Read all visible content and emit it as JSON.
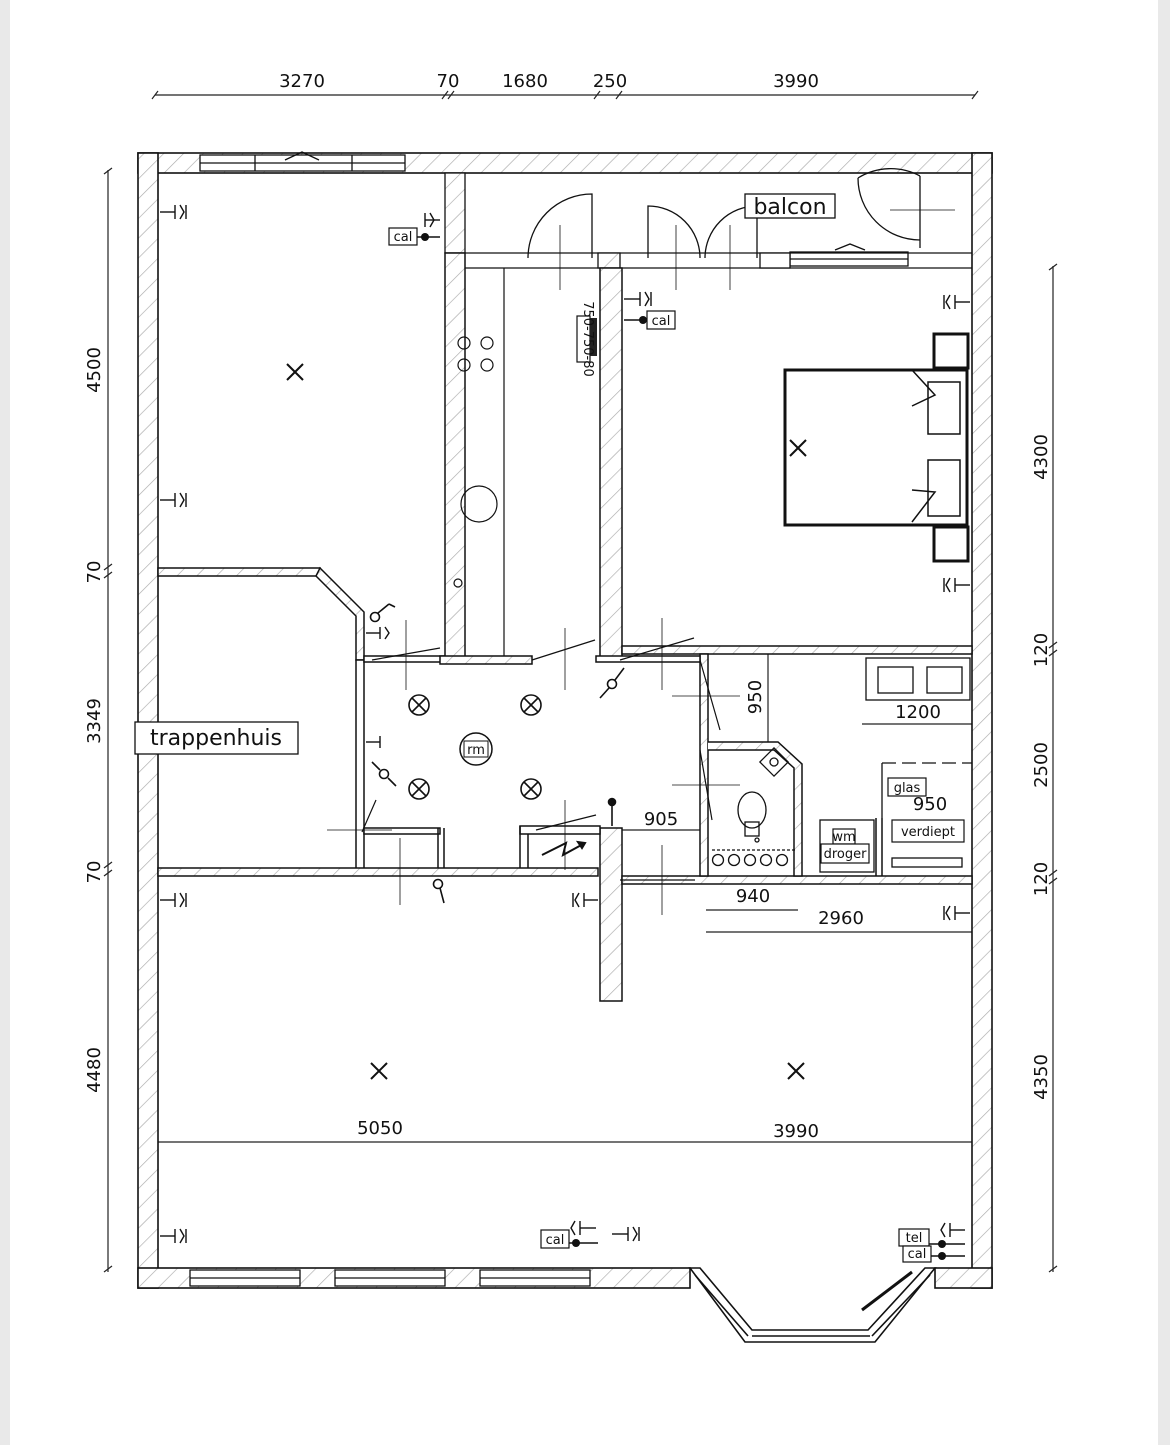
{
  "plan": {
    "dims_top": [
      "3270",
      "70",
      "1680",
      "250",
      "3990"
    ],
    "dims_left": [
      "4500",
      "70",
      "3349",
      "70",
      "4480"
    ],
    "dims_right": [
      "4300",
      "120",
      "2500",
      "120",
      "4350"
    ],
    "dims_inner": {
      "d950_v": "950",
      "d1200": "1200",
      "d950_h": "950",
      "d905": "905",
      "d940": "940",
      "d2960": "2960",
      "d5050": "5050",
      "d3990_b": "3990"
    },
    "labels": {
      "balcon": "balcon",
      "trappenhuis": "trappenhuis",
      "rm": "rm",
      "glas": "glas",
      "verdiept": "verdiept",
      "wm": "wm",
      "droger": "droger",
      "tel": "tel",
      "cal": "cal",
      "meter": "750-750-80"
    }
  }
}
